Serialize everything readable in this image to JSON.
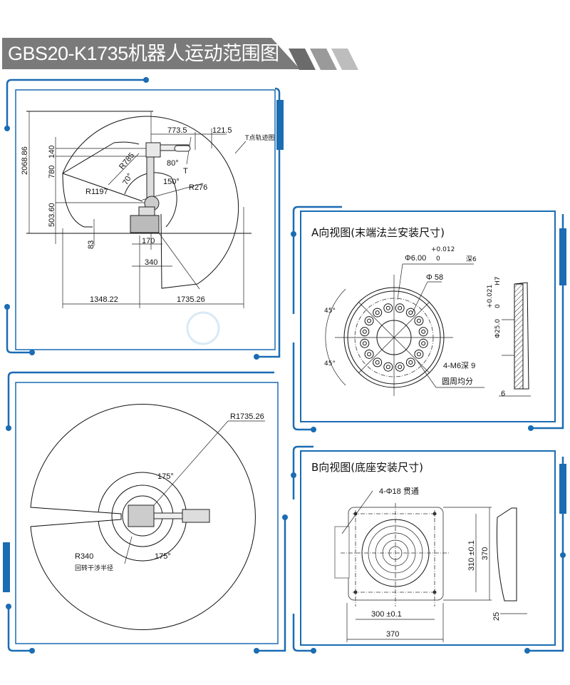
{
  "header": {
    "title": "GBS20-K1735机器人运动范围图"
  },
  "colors": {
    "accent": "#1a6cb3",
    "banner": "#7a7a7a"
  },
  "side_view": {
    "dims": {
      "total_height": "2068.86",
      "d140": "140",
      "d780": "780",
      "d503": "503.60",
      "d83": "83",
      "d773": "773.5",
      "d121": "121.5",
      "t_label": "T点轨迹图",
      "r785": "R785",
      "a80": "80°",
      "t": "T",
      "a70": "70°",
      "a150": "150°",
      "r1197": "R1197",
      "r276": "R276",
      "d170": "170",
      "d340": "340",
      "d1348": "1348.22",
      "d1735": "1735.26"
    }
  },
  "top_view": {
    "r1735": "R1735.26",
    "a175_top": "175°",
    "a175_bottom": "175°",
    "r340": "R340",
    "r340_note": "回转干涉半径"
  },
  "view_a": {
    "title": "A向视图(末端法兰安装尺寸)",
    "pin": "Φ6.00",
    "pin_tol_upper": "+0.012",
    "pin_tol_lower": "0",
    "pin_depth": "深6",
    "pcd": "Φ 58",
    "angle1": "45°",
    "angle2": "45°",
    "thread": "4-M6深 9",
    "thread_note": "圆周均分",
    "bore": "Φ25.0",
    "bore_tol_upper": "+0.021",
    "bore_tol_lower": "0",
    "bore_fit": "H7",
    "thickness": "6"
  },
  "view_b": {
    "title": "B向视图(底座安装尺寸)",
    "holes": "4-Φ18 贯通",
    "pitch_v": "310 ±0.1",
    "size_v": "370",
    "pitch_h": "300 ±0.1",
    "size_h": "370",
    "depth": "25"
  }
}
